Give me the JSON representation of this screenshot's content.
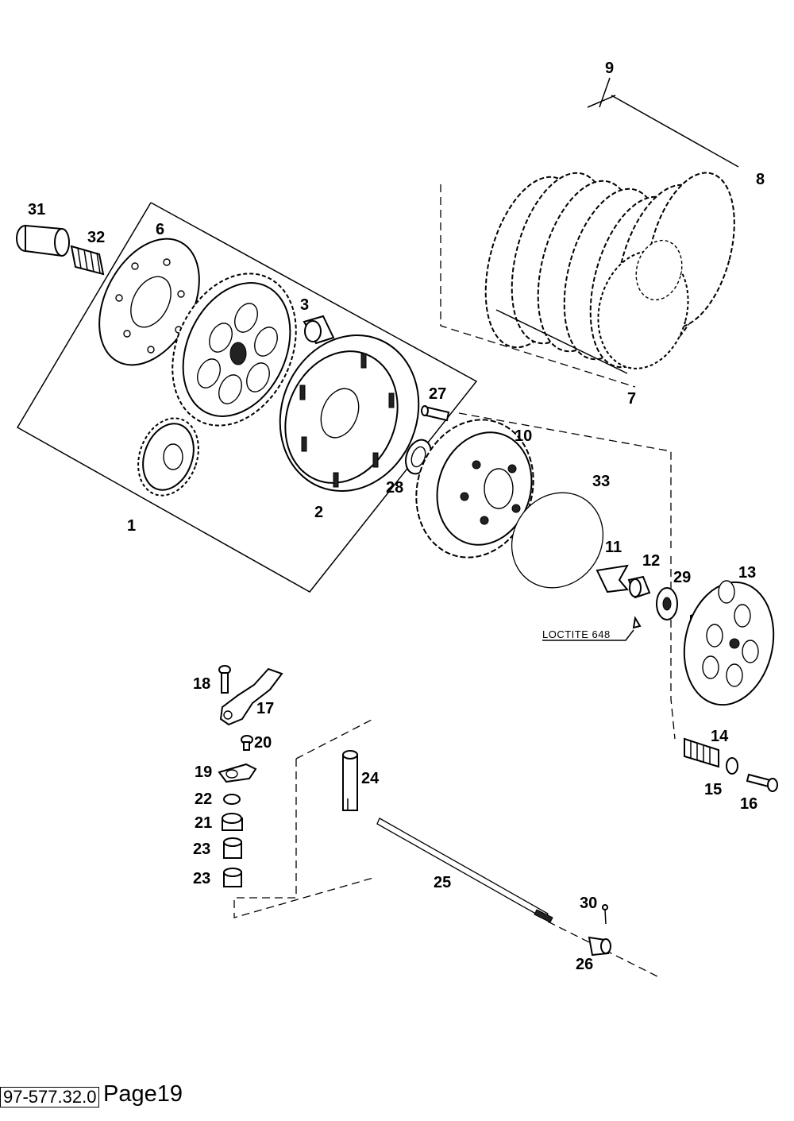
{
  "diagram": {
    "part_numbers": [
      "1",
      "2",
      "3",
      "6",
      "7",
      "8",
      "9",
      "10",
      "11",
      "12",
      "13",
      "14",
      "15",
      "16",
      "17",
      "18",
      "19",
      "20",
      "21",
      "22",
      "23",
      "23",
      "24",
      "25",
      "26",
      "27",
      "28",
      "29",
      "30",
      "31",
      "32",
      "33"
    ],
    "note": "LOCTITE 648"
  },
  "footer": {
    "code": "97-577.32.0",
    "page": "Page19"
  }
}
